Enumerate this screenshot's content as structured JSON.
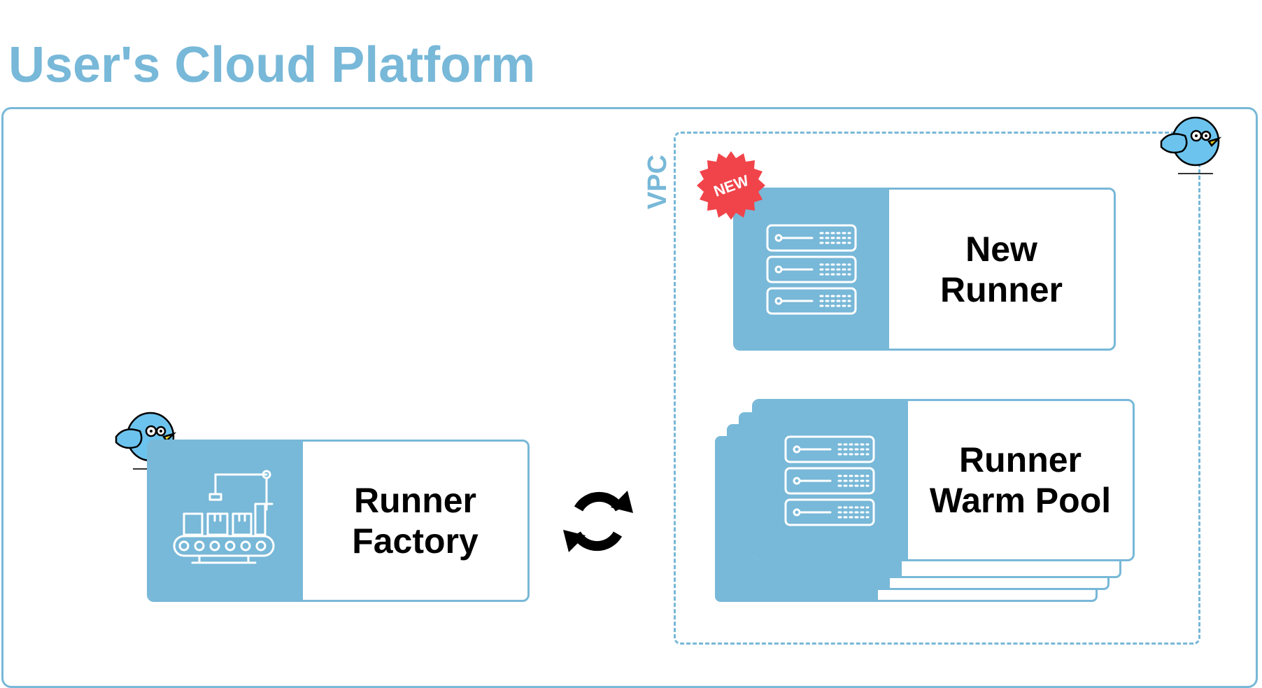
{
  "title": "User's Cloud Platform",
  "vpc": {
    "label": "VPC"
  },
  "cards": {
    "runner_factory": {
      "line1": "Runner",
      "line2": "Factory",
      "icon": "factory-conveyor-icon"
    },
    "new_runner": {
      "line1": "New",
      "line2": "Runner",
      "icon": "server-rack-icon",
      "badge": "NEW"
    },
    "warm_pool": {
      "line1": "Runner",
      "line2": "Warm Pool",
      "icon": "server-rack-icon"
    }
  },
  "connector": {
    "icon": "sync-arrows-icon"
  },
  "mascots": [
    {
      "icon": "bird-mascot-icon"
    },
    {
      "icon": "bird-mascot-icon"
    }
  ],
  "colors": {
    "accent": "#78b8d8",
    "badge": "#f0444a",
    "text": "#000000",
    "mascot_body": "#6cc4ee",
    "mascot_beak": "#f2d21c"
  }
}
